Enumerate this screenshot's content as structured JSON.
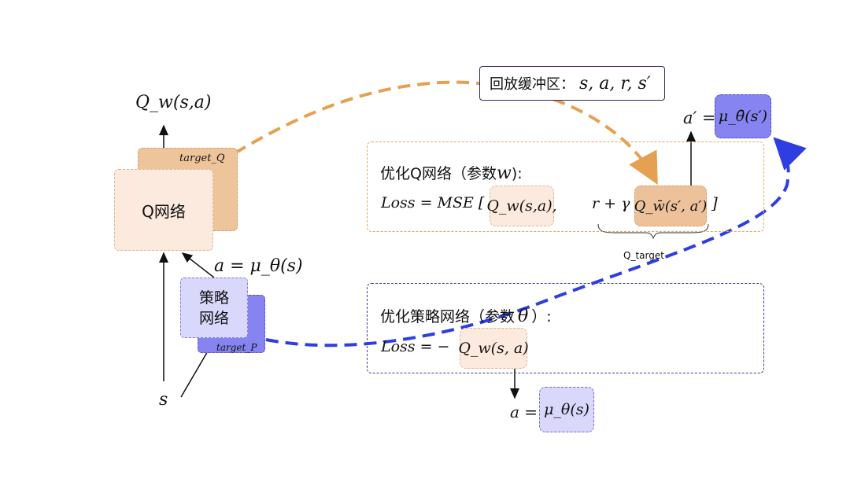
{
  "left": {
    "q_output": "Q_w(s,a)",
    "target_q_label": "target_Q",
    "q_network_label": "Q网络",
    "action_formula": "a = μ_θ(s)",
    "policy_network_label_line1": "策略",
    "policy_network_label_line2": "网络",
    "target_p_label": "target_P",
    "state_label": "s"
  },
  "replay_buffer": {
    "label": "回放缓冲区：",
    "tuple": "s, a, r, s′"
  },
  "target_action": {
    "lhs": "a′ =",
    "rhs": "μ_θ̄(s′)"
  },
  "q_optimization": {
    "title": "优化Q网络（参数",
    "param": "w",
    "title_end": "):",
    "loss_prefix": "Loss = MSE [",
    "q_term": "Q_w(s,a),",
    "target_prefix": "r + γ",
    "target_term": "Q_w̄(s′, a′)",
    "close_bracket": "]",
    "brace_label": "Q_target"
  },
  "policy_optimization": {
    "title": "优化策略网络（参数",
    "param": "θ",
    "title_end": "）:",
    "loss_prefix": "Loss = −",
    "q_term": "Q_w(s, a)",
    "result_lhs": "a =",
    "result_rhs": "μ_θ(s)"
  },
  "colors": {
    "orange_arrow": "#e6a052",
    "blue_arrow": "#2f3ee0",
    "q_fill": "#fdeadf",
    "q_target_fill": "#eec49b",
    "policy_fill": "#d9d8fb",
    "policy_target_fill": "#8684f0"
  }
}
